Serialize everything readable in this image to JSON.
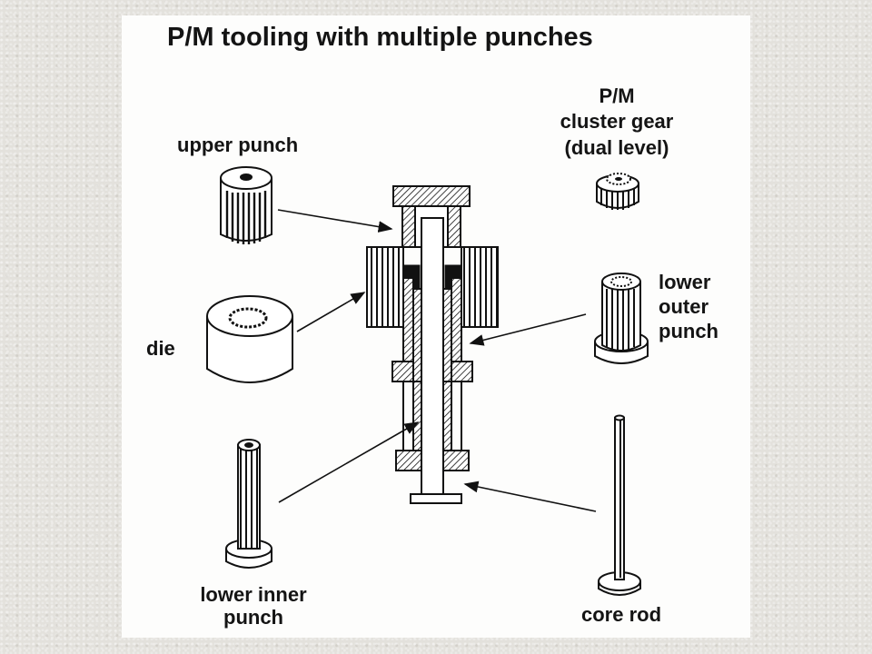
{
  "title": "P/M tooling with multiple punches",
  "labels": {
    "upper_punch": "upper punch",
    "die": "die",
    "lower_inner_punch": [
      "lower inner",
      "punch"
    ],
    "cluster_gear": [
      "P/M",
      "cluster gear",
      "(dual level)"
    ],
    "lower_outer_punch": [
      "lower",
      "outer",
      "punch"
    ],
    "core_rod": "core rod"
  },
  "colors": {
    "ink": "#111111",
    "paper": "#fdfdfc",
    "background": "#e3e1dc"
  }
}
